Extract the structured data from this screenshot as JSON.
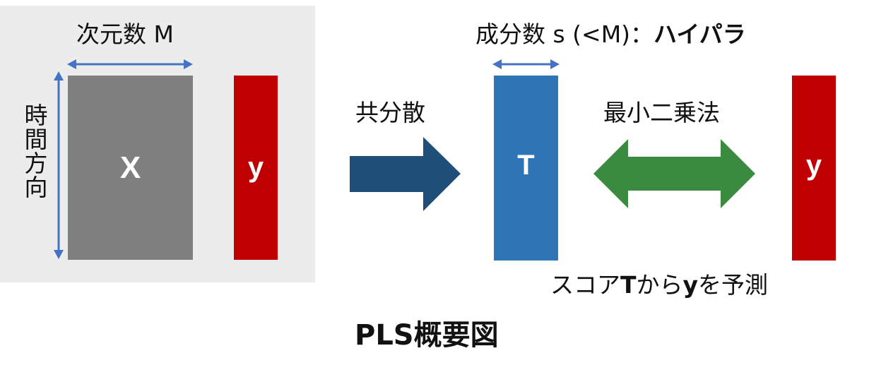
{
  "diagram": {
    "caption": "PLS概要図",
    "input_panel": {
      "dimension_label": "次元数 M",
      "time_label": "時間方向",
      "x_block_label": "X",
      "y_block_label": "y"
    },
    "covariance_label": "共分散",
    "components_label": {
      "prefix": "成分数 s (<M)：",
      "emphasis": "ハイパラ"
    },
    "t_block_label": "T",
    "least_squares_label": "最小二乗法",
    "output_y_label": "y",
    "prediction_label": {
      "part1": "スコア",
      "t": "T",
      "part2": "から",
      "y": "y",
      "part3": "を予測"
    }
  },
  "colors": {
    "panel_background": "#ececec",
    "x_block": "#7f7f7f",
    "y_block": "#c00000",
    "t_block": "#2e75b6",
    "blue_arrow": "#4472c4",
    "covariance_arrow": "#1f4e79",
    "least_squares_arrow": "#3a8a3f"
  }
}
